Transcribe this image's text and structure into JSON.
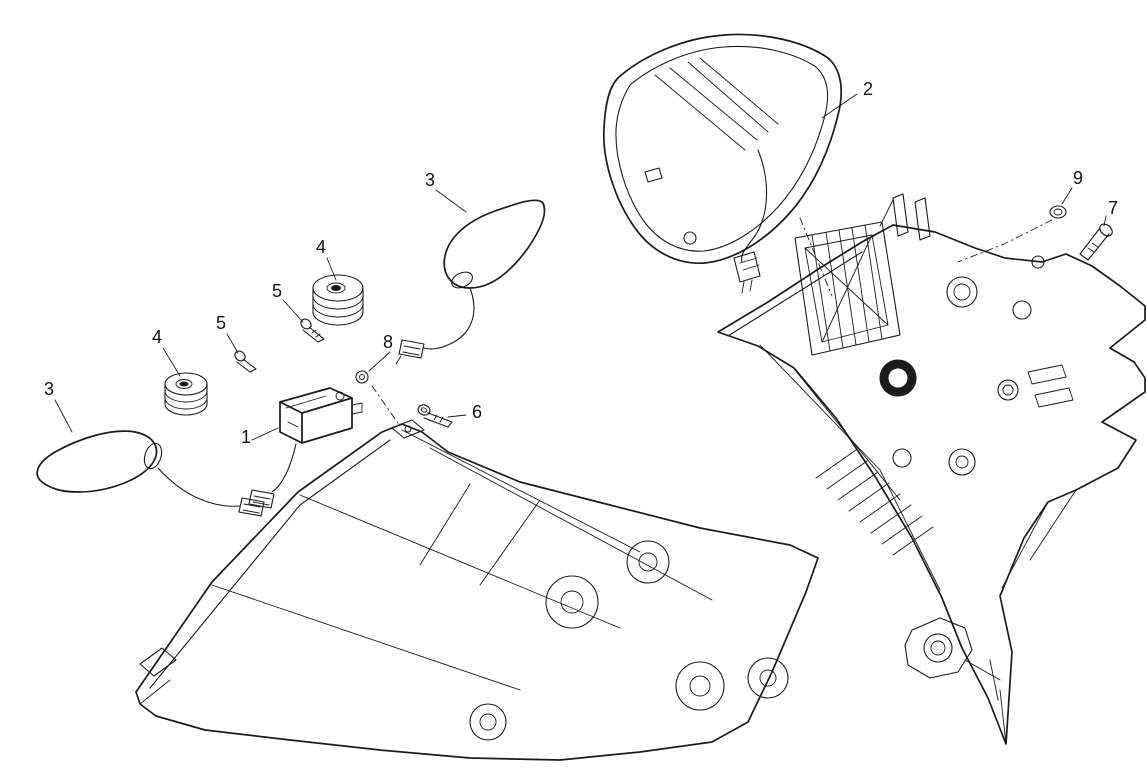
{
  "diagram": {
    "kind": "exploded-parts-line-drawing",
    "colors": {
      "background": "#ffffff",
      "line": "#1b1b1b",
      "label": "#111111"
    }
  },
  "callouts": [
    {
      "label": "3"
    },
    {
      "label": "4"
    },
    {
      "label": "5"
    },
    {
      "label": "8"
    },
    {
      "label": "4"
    },
    {
      "label": "5"
    },
    {
      "label": "3"
    },
    {
      "label": "1"
    },
    {
      "label": "6"
    },
    {
      "label": "2"
    },
    {
      "label": "9"
    },
    {
      "label": "7"
    }
  ]
}
